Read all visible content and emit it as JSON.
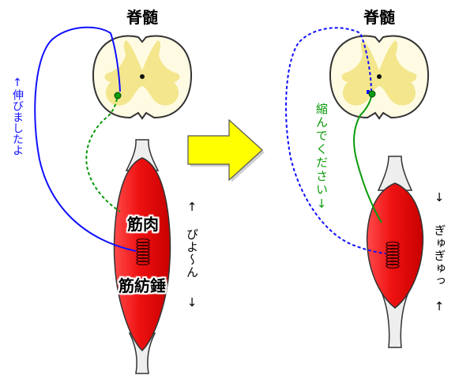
{
  "left_panel": {
    "spinal_cord_label": "脊髄",
    "sensory_message": "↑伸びましたよ",
    "muscle_label": "筋肉",
    "spindle_label": "筋紡錘",
    "stretch_arrow_up": "↑",
    "stretch_sound": "ぴよ〜ん",
    "stretch_arrow_down": "↓"
  },
  "right_panel": {
    "spinal_cord_label": "脊髄",
    "motor_message": "縮んでください↓",
    "contract_arrow_down": "↓",
    "contract_sound": "ぎゅぎゅっ",
    "contract_arrow_up": "↑"
  },
  "colors": {
    "sensory_nerve": "#1010ff",
    "motor_nerve": "#0a9a0a",
    "muscle": "#ee1111",
    "arrow": "#ffff00",
    "gray_matter": "#f3e68c",
    "white_matter": "#fffbe3",
    "tendon": "#eeeeee",
    "outline": "#333333",
    "spindle_coil": "#3a0000"
  }
}
